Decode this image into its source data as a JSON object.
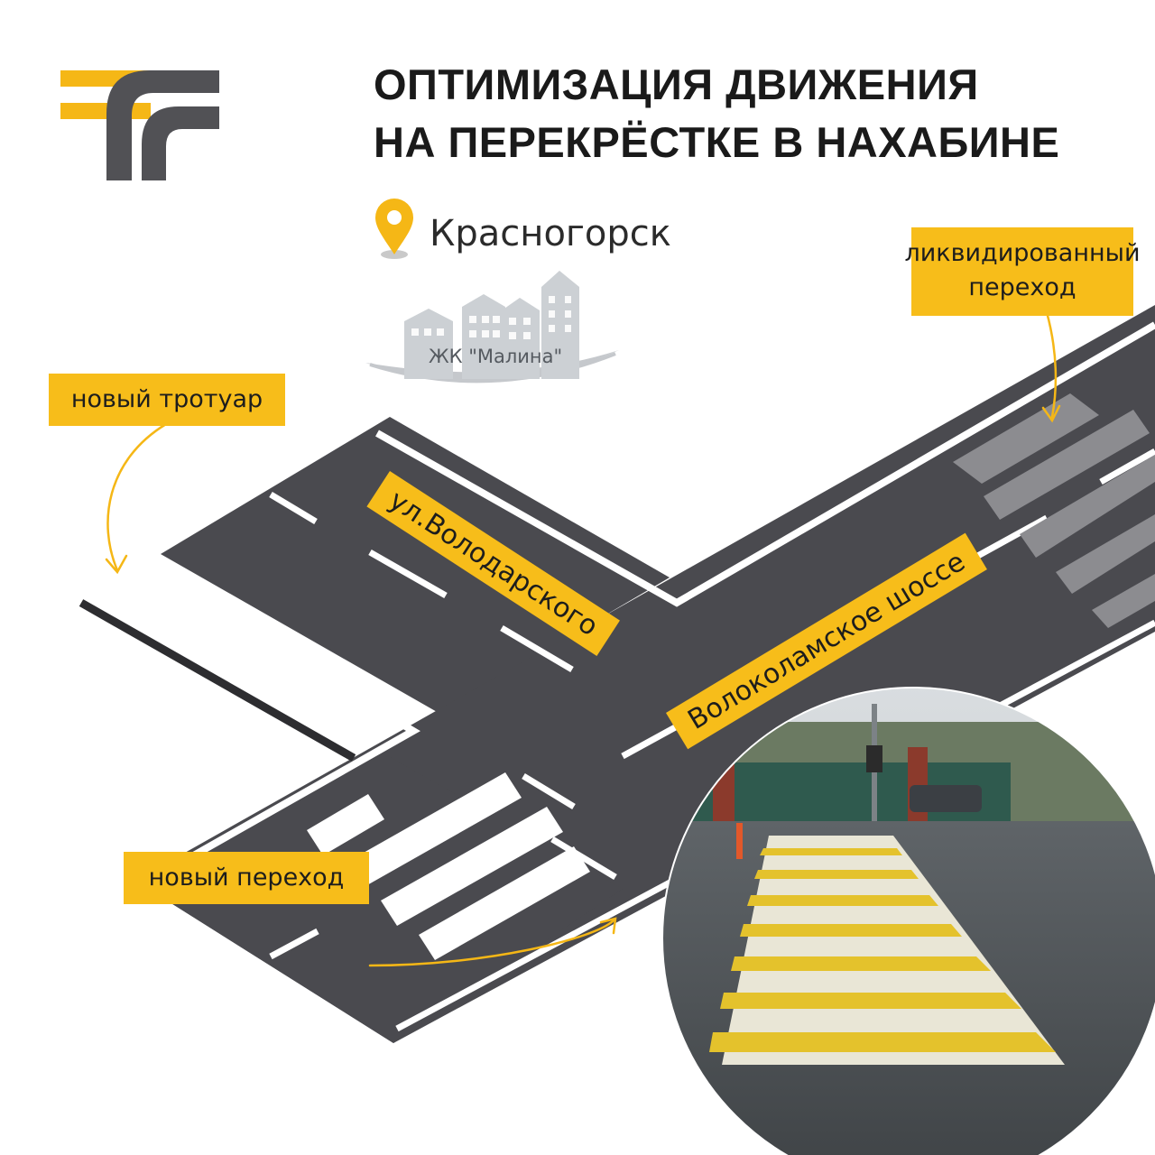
{
  "header": {
    "title_line1": "ОПТИМИЗАЦИЯ ДВИЖЕНИЯ",
    "title_line2": "НА ПЕРЕКРЁСТКЕ В НАХАБИНЕ",
    "city": "Красногорск"
  },
  "landmark": {
    "label": "ЖК \"Малина\""
  },
  "streets": {
    "volodarskogo": "ул.Володарского",
    "shosse": "Волоколамское шоссе"
  },
  "callouts": {
    "sidewalk": "новый тротуар",
    "removed_line1": "ликвидированный",
    "removed_line2": "переход",
    "new_crossing": "новый переход"
  },
  "icons": {
    "logo": "road-logo-icon",
    "pin": "location-pin-icon",
    "buildings": "buildings-icon",
    "photo": "crosswalk-photo"
  },
  "colors": {
    "accent": "#f7bd1a",
    "road": "#4a4a4f",
    "marking": "#ffffff",
    "removed_marking": "#8c8c90",
    "logo_dark": "#515155"
  }
}
